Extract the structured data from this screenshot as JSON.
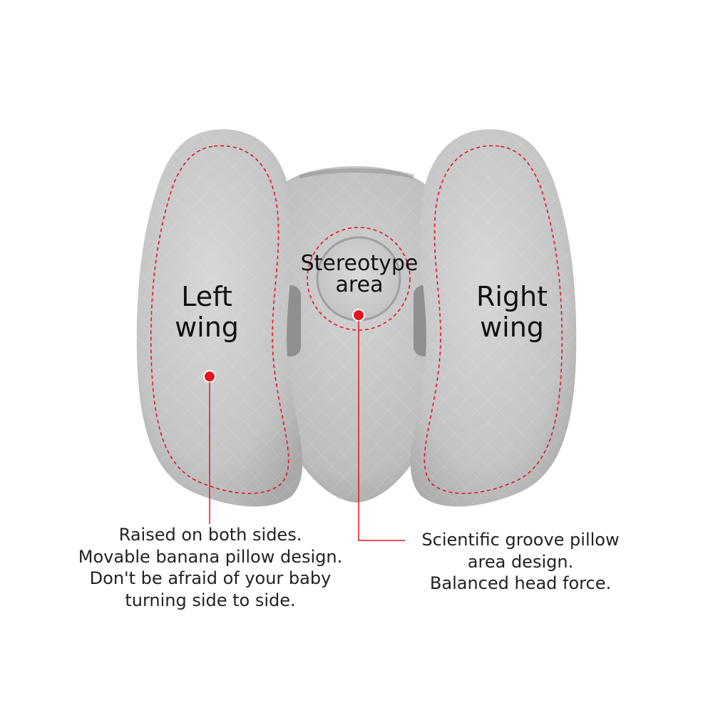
{
  "labels": {
    "left_wing": [
      "Left",
      "wing"
    ],
    "right_wing": [
      "Right",
      "wing"
    ],
    "center_area": [
      "Stereotype",
      "area"
    ]
  },
  "captions": {
    "left": [
      "Raised on both sides.",
      "Movable banana pillow design.",
      "Don't be afraid of your baby",
      "turning side to side."
    ],
    "right": [
      "Scientific groove pillow",
      "area design.",
      "Balanced head force."
    ]
  },
  "colors": {
    "accent_red": "#e3161f",
    "fabric_light": "#cfcfcf",
    "fabric_mid": "#b9b9b9",
    "fabric_dark": "#9c9c9c",
    "background": "#ffffff"
  }
}
